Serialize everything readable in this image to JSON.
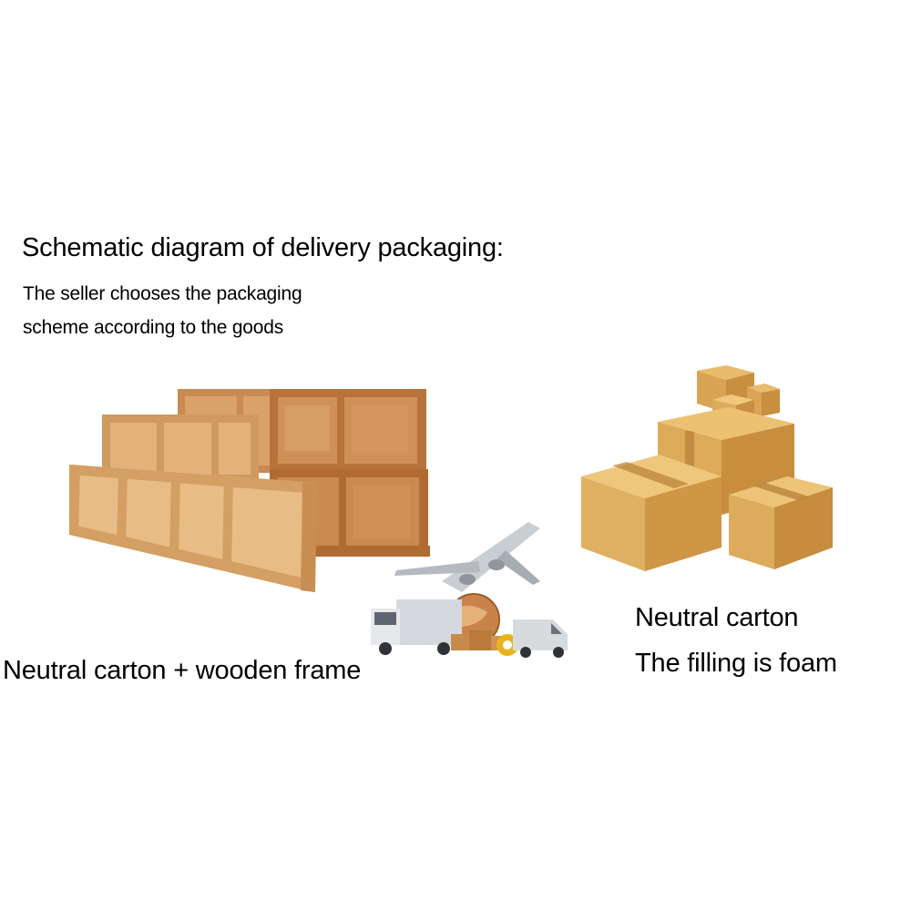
{
  "heading": {
    "title": "Schematic diagram of delivery packaging:",
    "subtitle_line1": "The seller chooses the packaging",
    "subtitle_line2": "scheme according to the goods"
  },
  "options": [
    {
      "caption": "Neutral carton + wooden frame",
      "image": "wooden-crates-image"
    },
    {
      "caption_line1": "Neutral carton",
      "caption_line2": "The filling is foam",
      "image": "cardboard-cartons-image"
    }
  ],
  "decoration": {
    "image": "logistics-transport-image"
  },
  "colors": {
    "text": "#000000",
    "background": "#ffffff",
    "wood": "#e3b47a",
    "cardboard": "#dca553"
  }
}
